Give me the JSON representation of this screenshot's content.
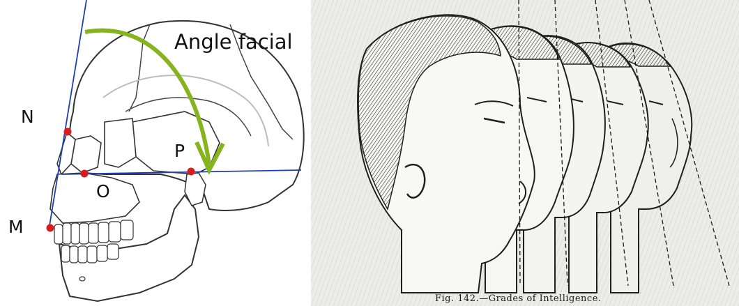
{
  "left_figure": {
    "title": "Angle facial",
    "points": {
      "n": "N",
      "m": "M",
      "o": "O",
      "p": "P"
    },
    "colors": {
      "line": "#1f3fb0",
      "arrow": "#86b41f",
      "point": "#d71d20",
      "outline": "#333333"
    }
  },
  "right_figure": {
    "caption": "Fig. 142.—Grades of Intelligence."
  }
}
